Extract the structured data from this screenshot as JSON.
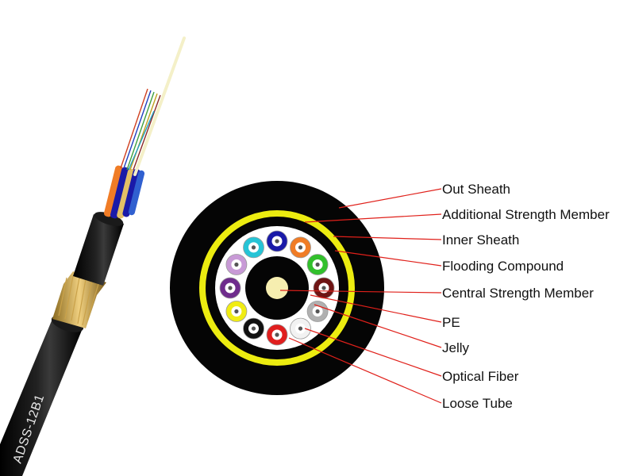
{
  "cable_print": "ADSS-12B1",
  "labels": [
    "Out Sheath",
    "Additional Strength Member",
    "Inner Sheath",
    "Flooding Compound",
    "Central Strength Member",
    "PE",
    "Jelly",
    "Optical Fiber",
    "Loose Tube"
  ],
  "colors": {
    "leader_line": "#e0201a",
    "sheath": "#050505",
    "strength_member_ring": "#ecec10",
    "central_member": "#f6eeb0",
    "aramid_yarn": "#e4c066"
  },
  "tube_colors": [
    "#1a1aa8",
    "#f07c26",
    "#32c02c",
    "#6e1414",
    "#b0b0b0",
    "#f2f2f2",
    "#e01e1e",
    "#101010",
    "#f0ec14",
    "#6e2c8c",
    "#c89ad6",
    "#26c4d6"
  ]
}
